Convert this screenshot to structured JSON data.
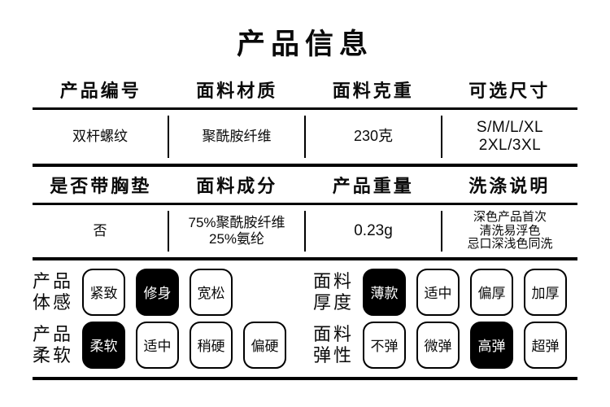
{
  "title": "产品信息",
  "table": {
    "row1_headers": [
      "产品编号",
      "面料材质",
      "面料克重",
      "可选尺寸"
    ],
    "row1_values": [
      [
        "双杆螺纹"
      ],
      [
        "聚酰胺纤维"
      ],
      [
        "230克"
      ],
      [
        "S/M/L/XL",
        "2XL/3XL"
      ]
    ],
    "row2_headers": [
      "是否带胸垫",
      "面料成分",
      "产品重量",
      "洗涤说明"
    ],
    "row2_values": [
      [
        "否"
      ],
      [
        "75%聚酰胺纤维",
        "25%氨纶"
      ],
      [
        "0.23g"
      ],
      [
        "深色产品首次",
        "清洗易浮色",
        "忌口深浅色同洗"
      ]
    ]
  },
  "attributes": [
    {
      "label_lines": [
        "产品",
        "体感"
      ],
      "options": [
        {
          "text": "紧致",
          "selected": false
        },
        {
          "text": "修身",
          "selected": true
        },
        {
          "text": "宽松",
          "selected": false
        }
      ]
    },
    {
      "label_lines": [
        "面料",
        "厚度"
      ],
      "options": [
        {
          "text": "薄款",
          "selected": true
        },
        {
          "text": "适中",
          "selected": false
        },
        {
          "text": "偏厚",
          "selected": false
        },
        {
          "text": "加厚",
          "selected": false
        }
      ]
    },
    {
      "label_lines": [
        "产品",
        "柔软"
      ],
      "options": [
        {
          "text": "柔软",
          "selected": true
        },
        {
          "text": "适中",
          "selected": false
        },
        {
          "text": "稍硬",
          "selected": false
        },
        {
          "text": "偏硬",
          "selected": false
        }
      ]
    },
    {
      "label_lines": [
        "面料",
        "弹性"
      ],
      "options": [
        {
          "text": "不弹",
          "selected": false
        },
        {
          "text": "微弹",
          "selected": false
        },
        {
          "text": "高弹",
          "selected": true
        },
        {
          "text": "超弹",
          "selected": false
        }
      ]
    }
  ],
  "colors": {
    "background": "#ffffff",
    "text": "#0a0a0a",
    "line": "#000000",
    "selected_bg": "#000000",
    "selected_text": "#ffffff"
  }
}
